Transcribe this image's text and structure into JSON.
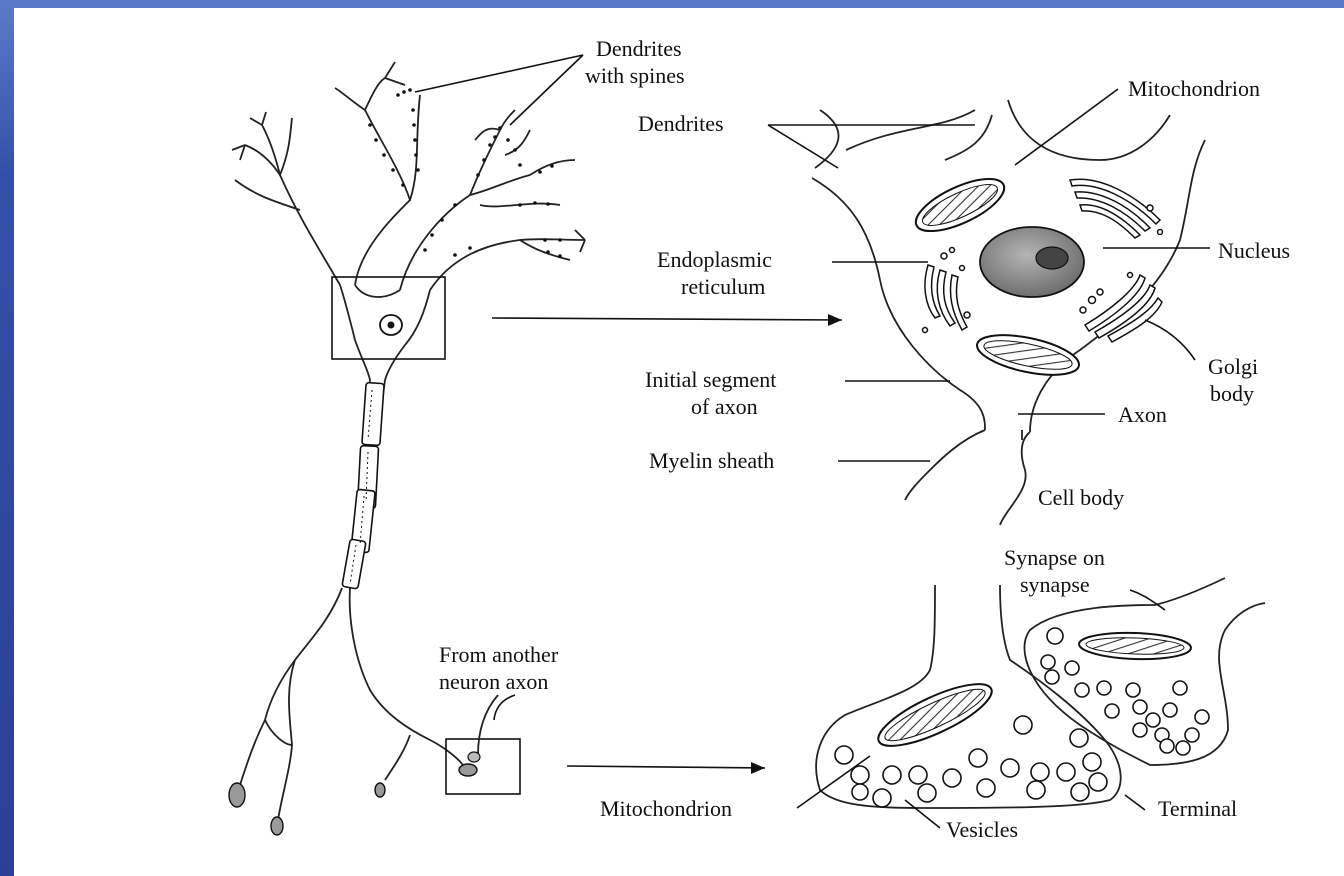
{
  "labels": {
    "dendrites_with_spines_1": "Dendrites",
    "dendrites_with_spines_2": "with spines",
    "mitochondrion_top": "Mitochondrion",
    "dendrites": "Dendrites",
    "endoplasmic_1": "Endoplasmic",
    "endoplasmic_2": "reticulum",
    "nucleus": "Nucleus",
    "golgi_1": "Golgi",
    "golgi_2": "body",
    "initial_segment_1": "Initial segment",
    "initial_segment_2": "of axon",
    "axon": "Axon",
    "myelin_sheath": "Myelin sheath",
    "cell_body": "Cell body",
    "synapse_on_synapse_1": "Synapse on",
    "synapse_on_synapse_2": "synapse",
    "from_another_1": "From another",
    "from_another_2": "neuron axon",
    "mitochondrion_bottom": "Mitochondrion",
    "vesicles": "Vesicles",
    "terminal": "Terminal"
  },
  "colors": {
    "slide_background": "#2b3f96",
    "paper": "#ffffff",
    "ink": "#111111",
    "nucleus_fill": "#8a8a8a",
    "nucleolus_fill": "#444444"
  }
}
